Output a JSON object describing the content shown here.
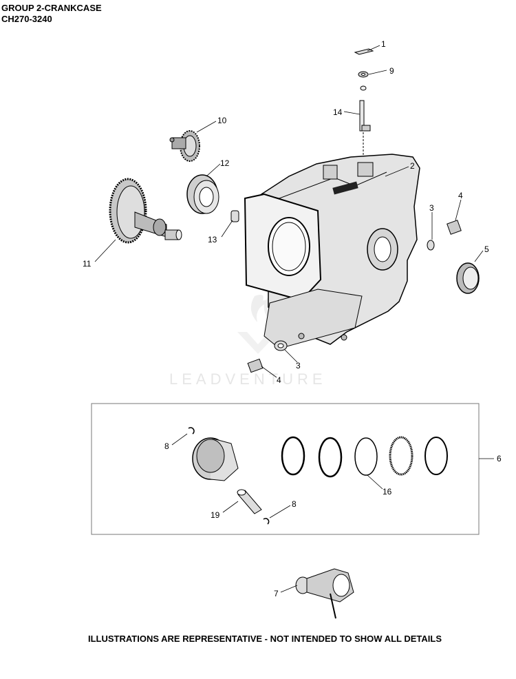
{
  "header": {
    "group_title": "GROUP 2-CRANKCASE",
    "model": "CH270-3240"
  },
  "watermark": {
    "text": "LEADVENTURE"
  },
  "callouts": [
    "1",
    "9",
    "14",
    "10",
    "12",
    "2",
    "3",
    "4",
    "13",
    "11",
    "5",
    "3",
    "4",
    "8",
    "6",
    "16",
    "19",
    "8",
    "7"
  ],
  "footer": {
    "note": "ILLUSTRATIONS ARE REPRESENTATIVE - NOT INTENDED TO SHOW ALL DETAILS"
  }
}
